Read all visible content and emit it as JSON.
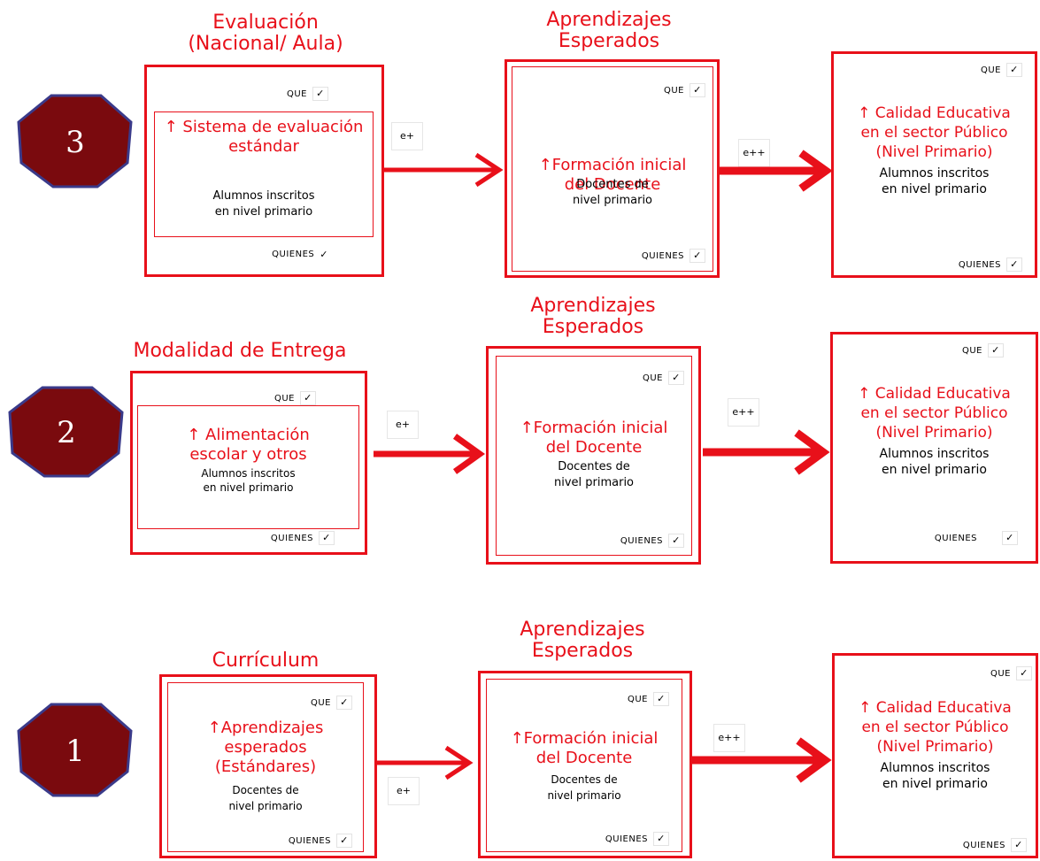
{
  "rows": [
    {
      "number": "3",
      "left_title": "Evaluación\n(Nacional/ Aula)",
      "left_box": {
        "que": "QUE",
        "main": "↑ Sistema de evaluación estándar",
        "sub": "Alumnos inscritos\nen nivel primario",
        "quienes": "QUIENES"
      },
      "e1": "e+",
      "mid_title": "Aprendizajes\nEsperados",
      "mid_box": {
        "que": "QUE",
        "main": "↑Formación inicial\ndel Docente",
        "sub": "Docentes de\nnivel primario",
        "quienes": "QUIENES"
      },
      "e2": "e++",
      "right_box": {
        "que": "QUE",
        "main": "↑ Calidad Educativa\nen el sector Público\n(Nivel Primario)",
        "sub": "Alumnos inscritos\nen nivel primario",
        "quienes": "QUIENES"
      }
    },
    {
      "number": "2",
      "left_title": "Modalidad de Entrega",
      "left_box": {
        "que": "QUE",
        "main": "↑ Alimentación\nescolar y otros",
        "sub": "Alumnos inscritos\nen nivel primario",
        "quienes": "QUIENES"
      },
      "e1": "e+",
      "mid_title": "Aprendizajes\nEsperados",
      "mid_box": {
        "que": "QUE",
        "main": "↑Formación inicial\ndel Docente",
        "sub": "Docentes de\nnivel primario",
        "quienes": "QUIENES"
      },
      "e2": "e++",
      "right_box": {
        "que": "QUE",
        "main": "↑ Calidad Educativa\nen el sector Público\n(Nivel Primario)",
        "sub": "Alumnos inscritos\nen nivel primario",
        "quienes": "QUIENES"
      }
    },
    {
      "number": "1",
      "left_title": "Currículum",
      "left_box": {
        "que": "QUE",
        "main": "↑Aprendizajes\nesperados\n(Estándares)",
        "sub": "Docentes de\nnivel primario",
        "quienes": "QUIENES"
      },
      "e1": "e+",
      "mid_title": "Aprendizajes\nEsperados",
      "mid_box": {
        "que": "QUE",
        "main": "↑Formación inicial\ndel Docente",
        "sub": "Docentes de\nnivel primario",
        "quienes": "QUIENES"
      },
      "e2": "e++",
      "right_box": {
        "que": "QUE",
        "main": "↑ Calidad Educativa\nen el sector Público\n(Nivel Primario)",
        "sub": "Alumnos inscritos\nen nivel primario",
        "quienes": "QUIENES"
      }
    }
  ],
  "check_mark": "✓",
  "colors": {
    "accent_red": "#e8101a",
    "badge_fill": "#7a0a0e",
    "badge_border": "#3a3a8a"
  }
}
